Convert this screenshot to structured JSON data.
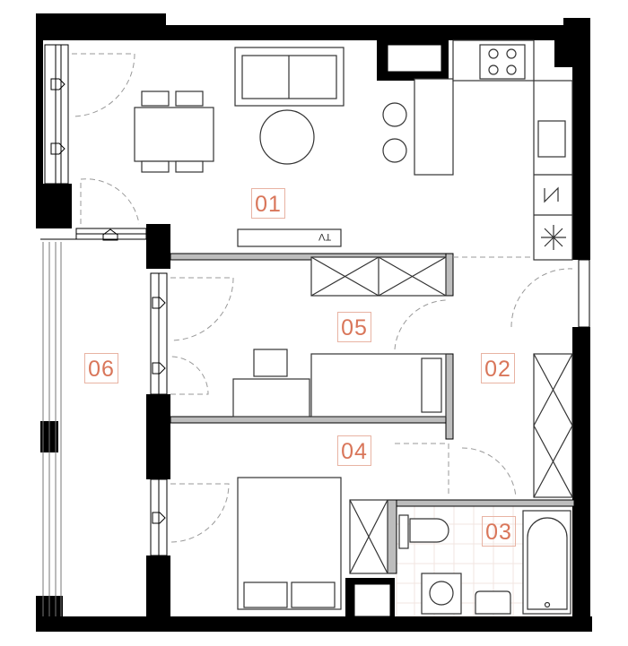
{
  "rooms": [
    {
      "id": "01"
    },
    {
      "id": "02"
    },
    {
      "id": "03"
    },
    {
      "id": "04"
    },
    {
      "id": "05"
    },
    {
      "id": "06"
    }
  ],
  "tv_label": "TV",
  "colors": {
    "wall": "#000000",
    "partition": "#bdbdbd",
    "label": "#d9765a",
    "label_border": "#e8b3a3",
    "tile": "#f2e6e0"
  }
}
